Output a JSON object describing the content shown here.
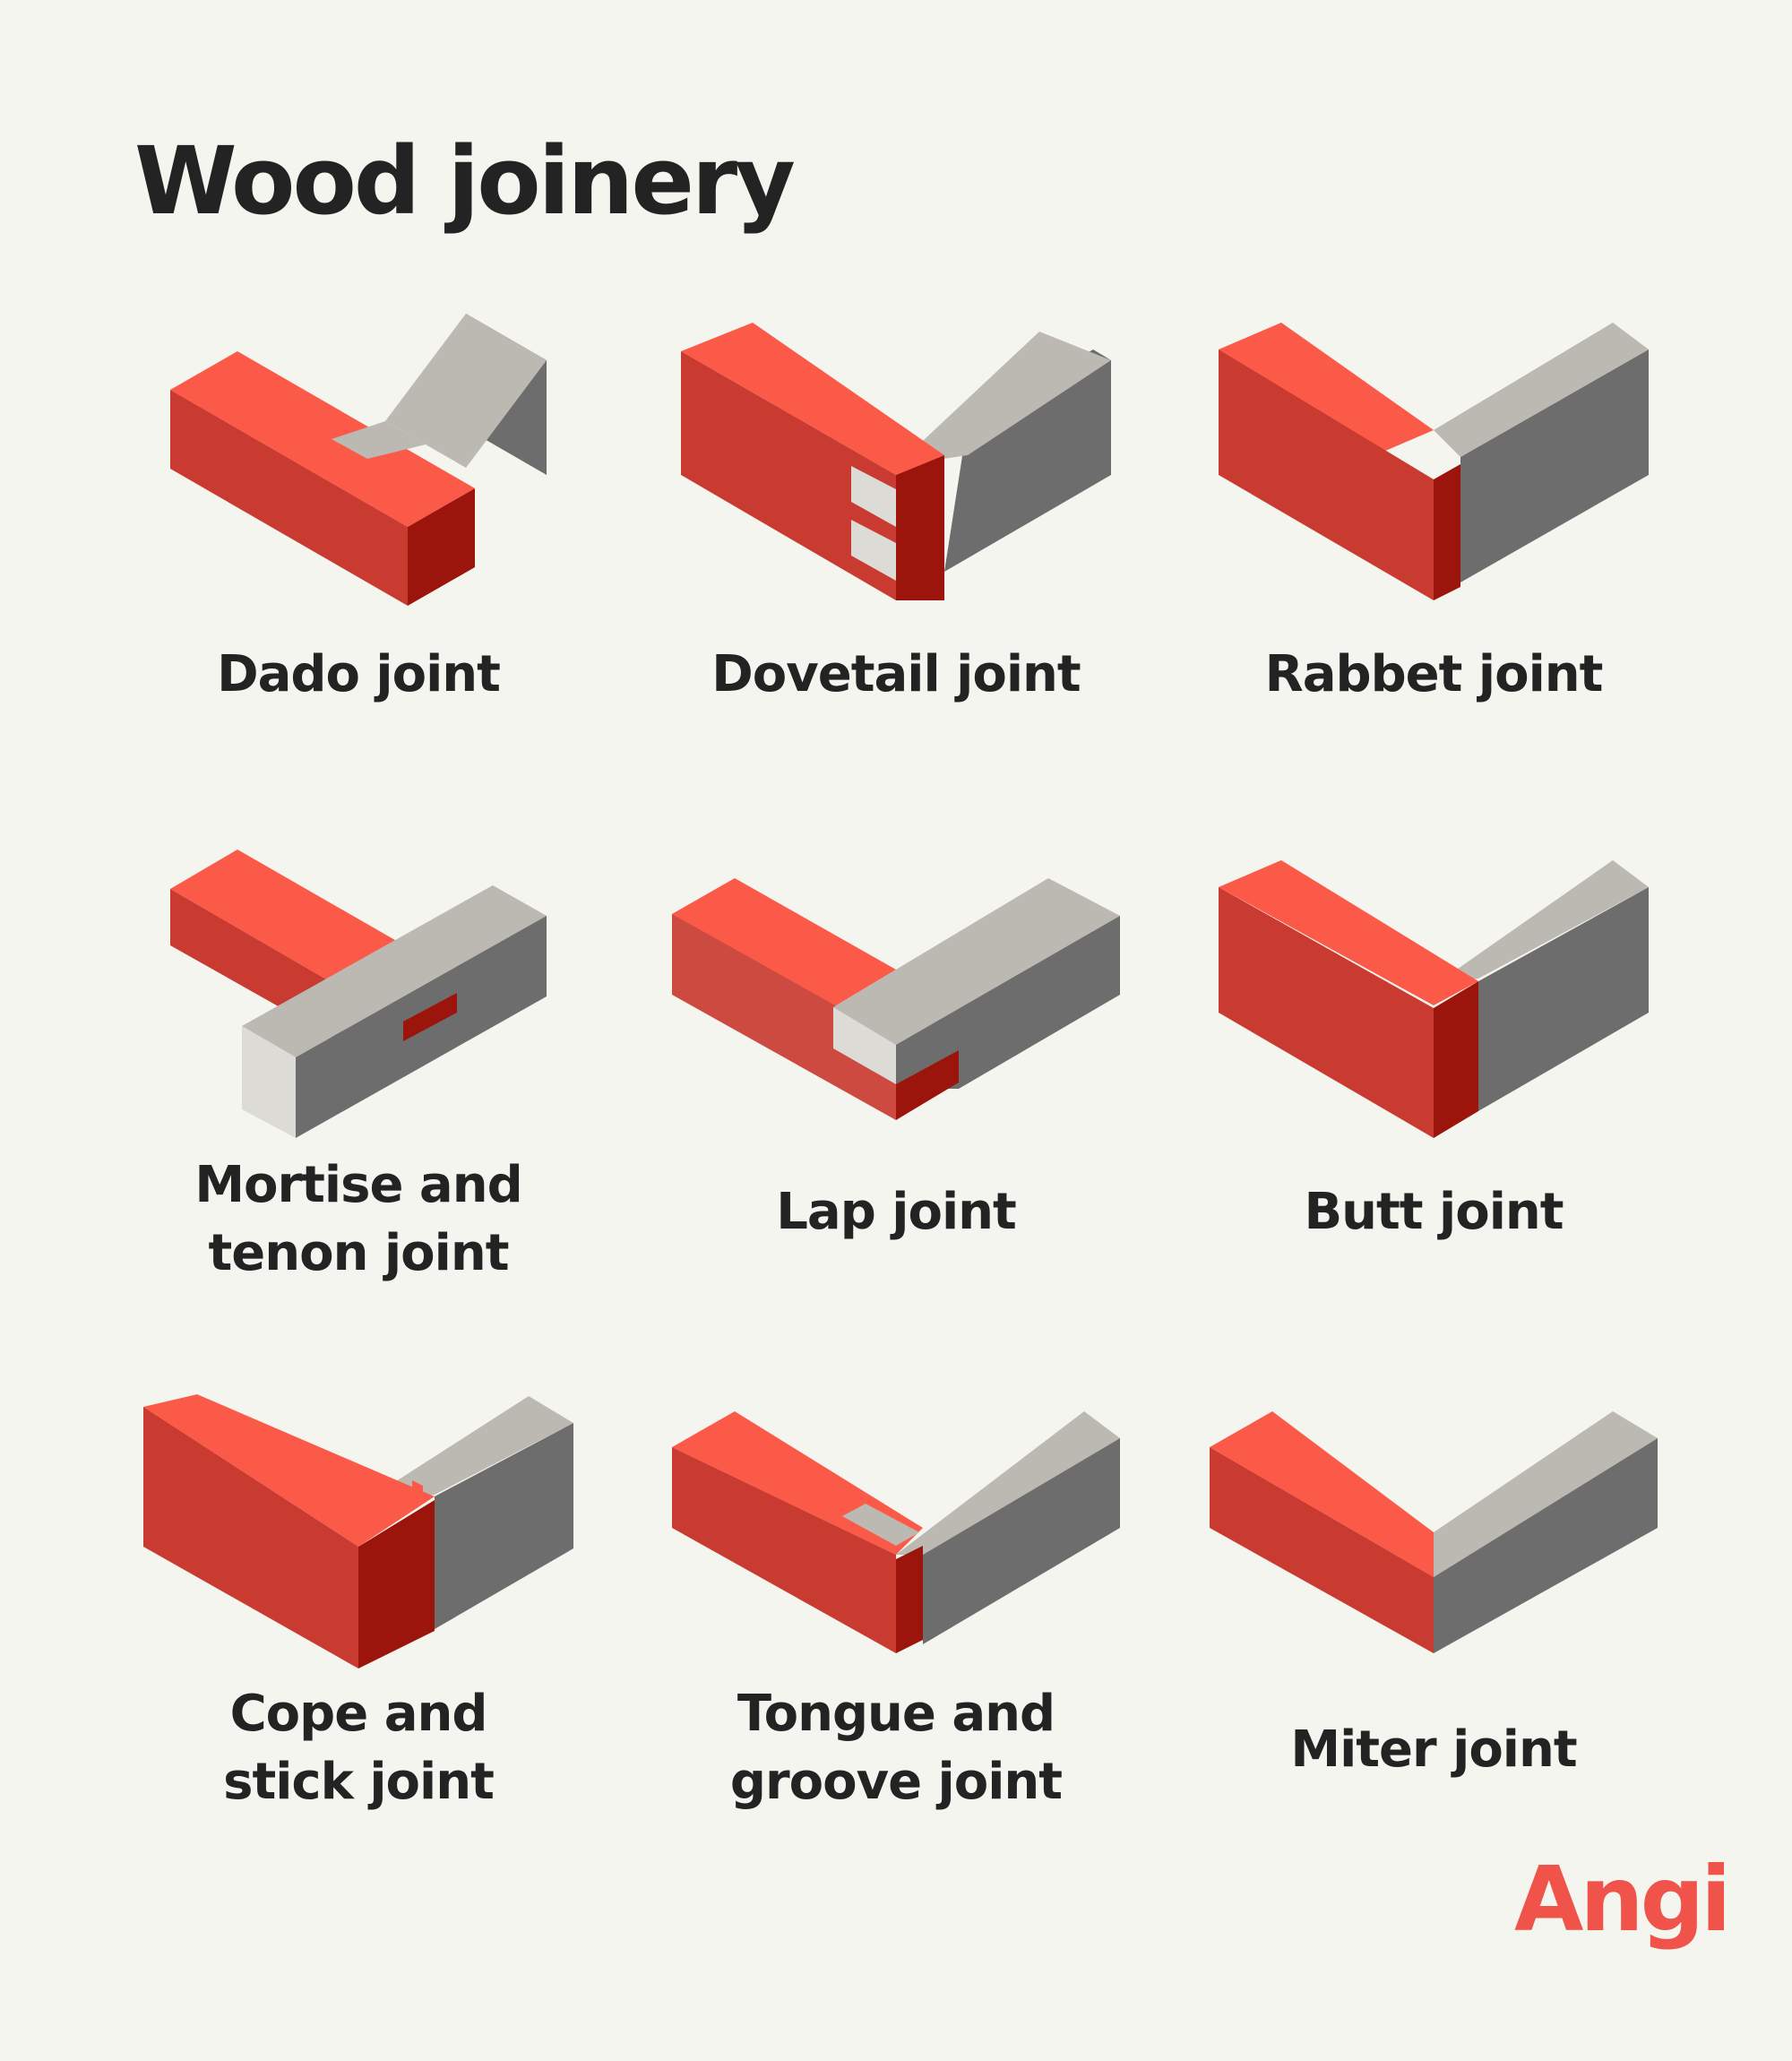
{
  "title": "Wood joinery",
  "colors": {
    "background": "#f5f5f0",
    "red_top": "#fc5a49",
    "red_side": "#c93a31",
    "red_end": "#9c150c",
    "gray_top": "#bcb9b3",
    "gray_side": "#6d6d6d",
    "gray_end": "#dcdbd6",
    "brand": "#f0534a"
  },
  "joints": [
    {
      "id": "dado",
      "lines": [
        "Dado joint"
      ]
    },
    {
      "id": "dovetail",
      "lines": [
        "Dovetail joint"
      ]
    },
    {
      "id": "rabbet",
      "lines": [
        "Rabbet joint"
      ]
    },
    {
      "id": "mortise",
      "lines": [
        "Mortise and",
        "tenon joint"
      ]
    },
    {
      "id": "lap",
      "lines": [
        "Lap joint"
      ]
    },
    {
      "id": "butt",
      "lines": [
        "Butt joint"
      ]
    },
    {
      "id": "cope",
      "lines": [
        "Cope and",
        "stick joint"
      ]
    },
    {
      "id": "tongue",
      "lines": [
        "Tongue and",
        "groove joint"
      ]
    },
    {
      "id": "miter",
      "lines": [
        "Miter joint"
      ]
    }
  ],
  "brand": {
    "logo_text": "Angi"
  }
}
